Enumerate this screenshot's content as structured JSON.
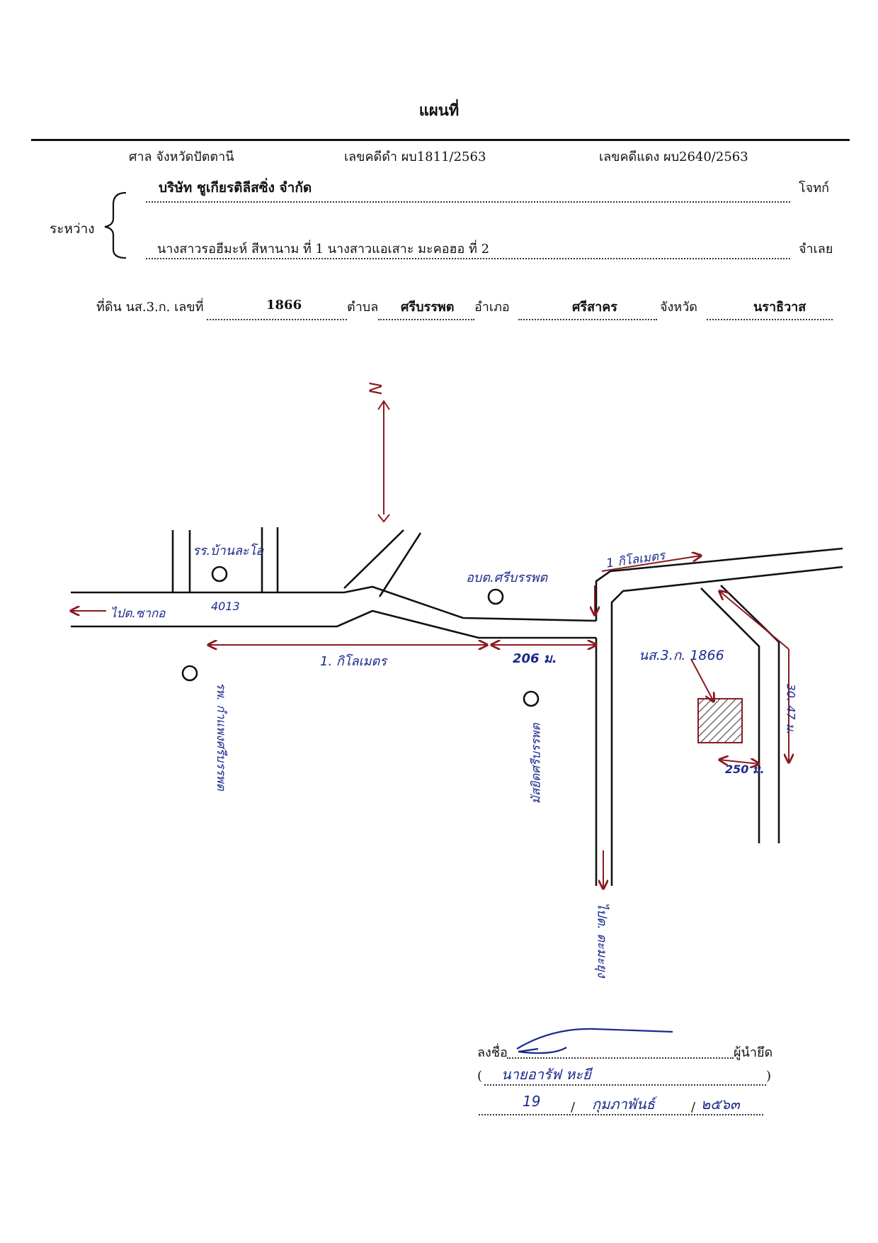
{
  "header": {
    "title": "แผนที่",
    "court": "ศาล จังหวัดปัตตานี",
    "black_case": "เลขคดีดำ ผบ1811/2563",
    "red_case": "เลขคดีแดง ผบ2640/2563"
  },
  "parties": {
    "between_label": "ระหว่าง",
    "plaintiff": "บริษัท ชูเกียรติลีสซิ่ง จำกัด",
    "plaintiff_role": "โจทก์",
    "defendant": "นางสาวรอฮีมะห์ สีหานาม ที่ 1 นางสาวแอเสาะ มะคอฮอ ที่ 2",
    "defendant_role": "จำเลย"
  },
  "land": {
    "prefix": "ที่ดิน นส.3.ก. เลขที่",
    "number": "1866",
    "subdistrict_label": "ตำบล",
    "subdistrict": "ศรีบรรพต",
    "district_label": "อำเภอ",
    "district": "ศรีสาคร",
    "province_label": "จังหวัด",
    "province": "นราธิวาส"
  },
  "map": {
    "north": "N",
    "school": "รร.บ้านละโอ",
    "road_number": "4013",
    "to_left": "ไปต.ซากอ",
    "obt": "อบต.ศรีบรรพต",
    "dist_1km_top": "1 กิโลเมตร",
    "dist_1km_bottom": "1. กิโลเมตร",
    "dist_206": "206 ม.",
    "plot_label": "นส.3.ก. 1866",
    "plot_width": "250 ม.",
    "plot_height": "30. 47 ม.",
    "school_left": "รพ. กำแพงศรีบรรพต",
    "mosque": "มัสยิดศรีบรรพต",
    "to_down": "ไปต. ตะมะยุง"
  },
  "signature": {
    "sign_label": "ลงชื่อ",
    "role": "ผู้นำยึด",
    "name": "นายอารัฟ หะยี",
    "date_day": "19",
    "date_month": "กุมภาพันธ์",
    "date_year": "๒๕๖๓"
  }
}
